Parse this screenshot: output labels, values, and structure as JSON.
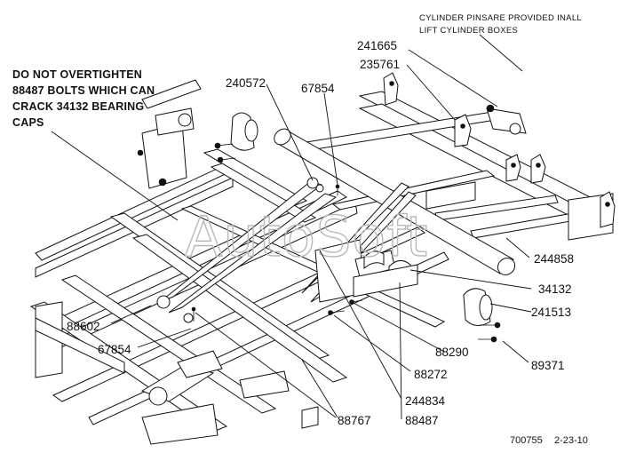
{
  "notes": {
    "overtighten": [
      "DO NOT OVERTIGHTEN",
      "88487 BOLTS WHICH CAN",
      "CRACK 34132 BEARING",
      "CAPS"
    ],
    "cylinder_pins": [
      "CYLINDER PINSARE PROVIDED INALL",
      "LIFT CYLINDER BOXES"
    ]
  },
  "parts": {
    "p241665": "241665",
    "p235761": "235761",
    "p240572": "240572",
    "p67854_top": "67854",
    "p244858": "244858",
    "p34132": "34132",
    "p241513": "241513",
    "p88602": "88602",
    "p67854_left": "67854",
    "p88290": "88290",
    "p89371": "89371",
    "p88272": "88272",
    "p244834": "244834",
    "p88767": "88767",
    "p88487": "88487"
  },
  "watermark": "AutoSoft",
  "footer": {
    "drawing_number": "700755",
    "date": "2-23-10"
  }
}
